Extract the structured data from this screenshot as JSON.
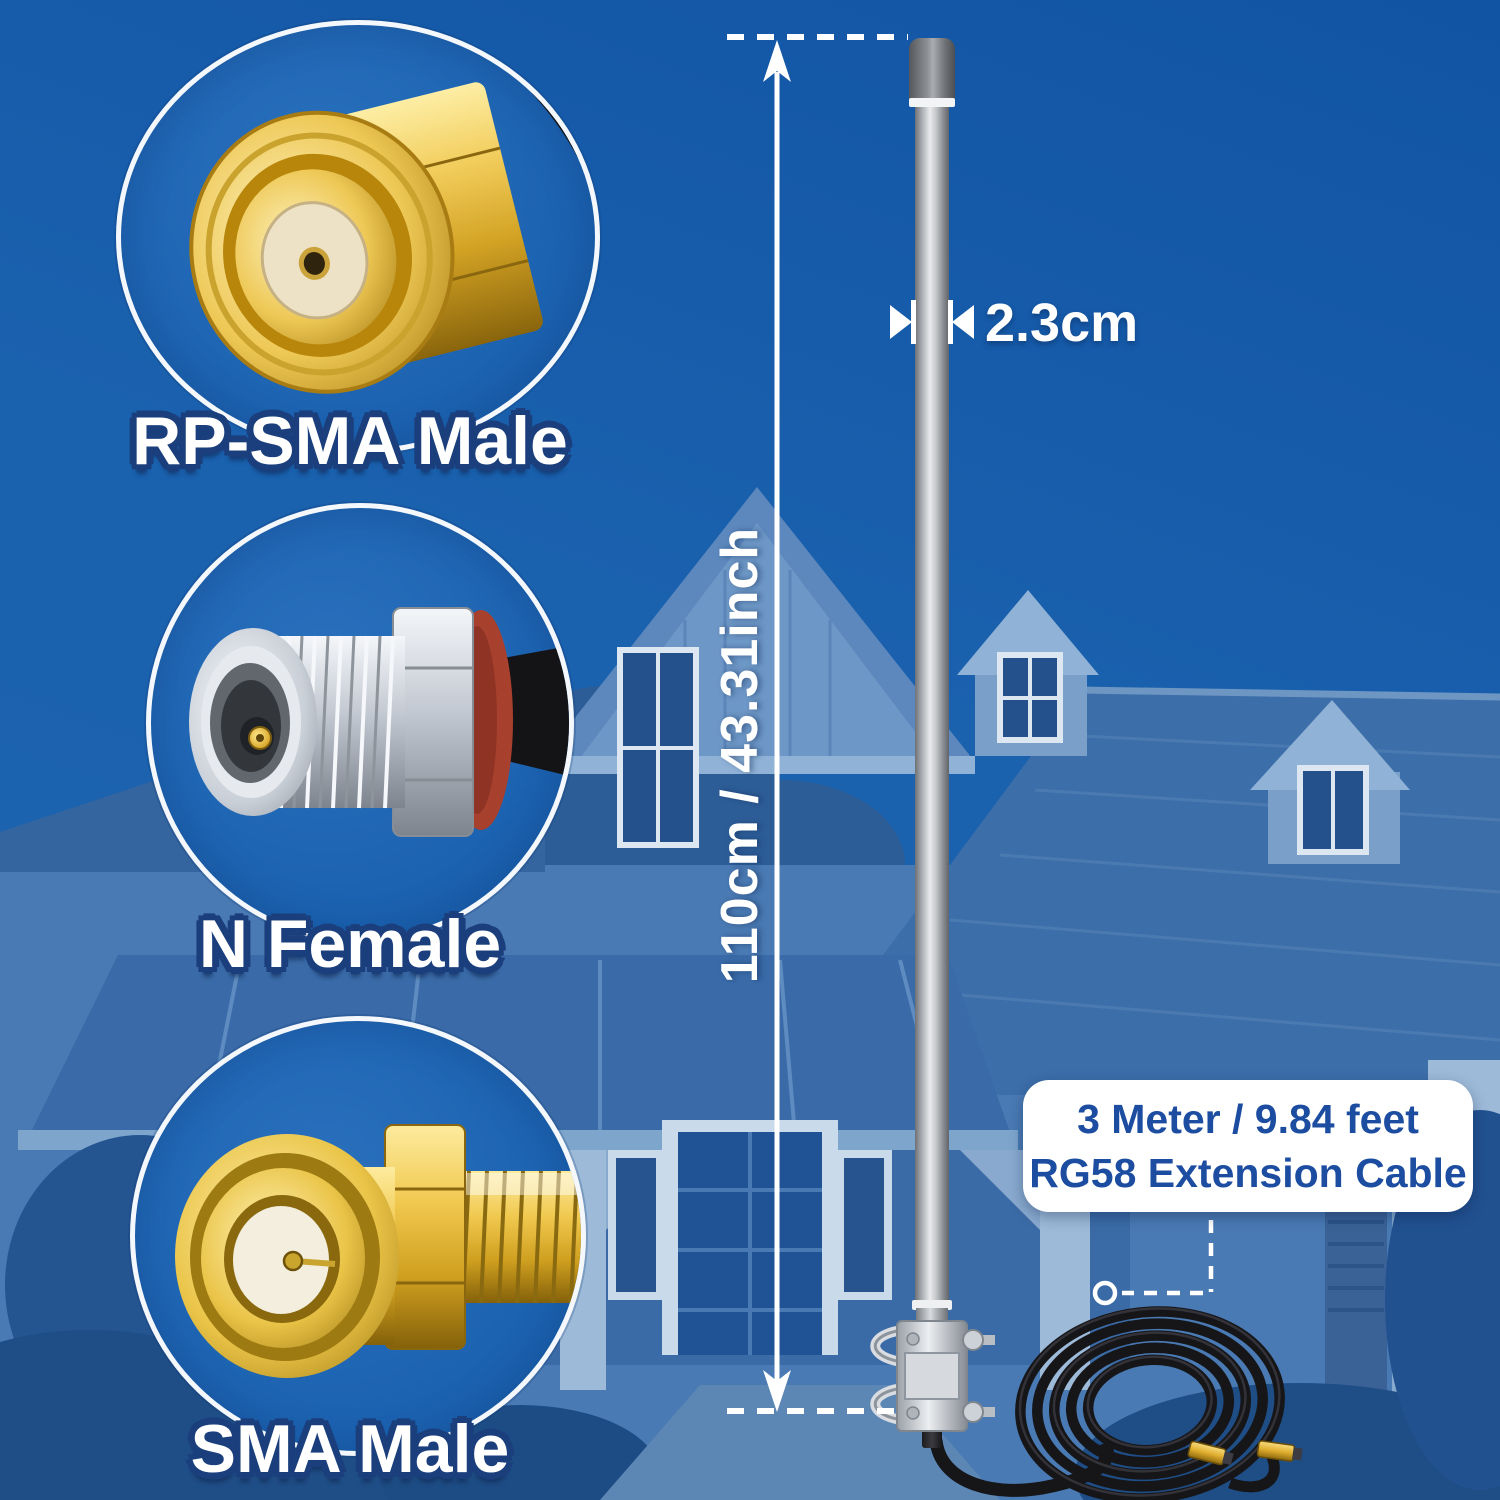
{
  "connector_callouts": [
    {
      "label": "RP-SMA Male"
    },
    {
      "label": "N Female"
    },
    {
      "label": "SMA Male"
    }
  ],
  "antenna": {
    "length_label": "110cm / 43.31inch",
    "diameter_label": "2.3cm"
  },
  "extension_cable_callout": {
    "line1": "3 Meter / 9.84 feet",
    "line2": "RG58 Extension Cable"
  },
  "colors": {
    "background_blue": "#1a61ae",
    "label_fill": "#ffffff",
    "label_outline": "#1a3f7c",
    "callout_text_blue": "#1c4da0",
    "connector_gold": "#e8c04c",
    "connector_silver": "#c3c9d2",
    "antenna_gray": "#b9bdc2",
    "cable_black": "#17181a",
    "annotation_white": "#ffffff"
  }
}
